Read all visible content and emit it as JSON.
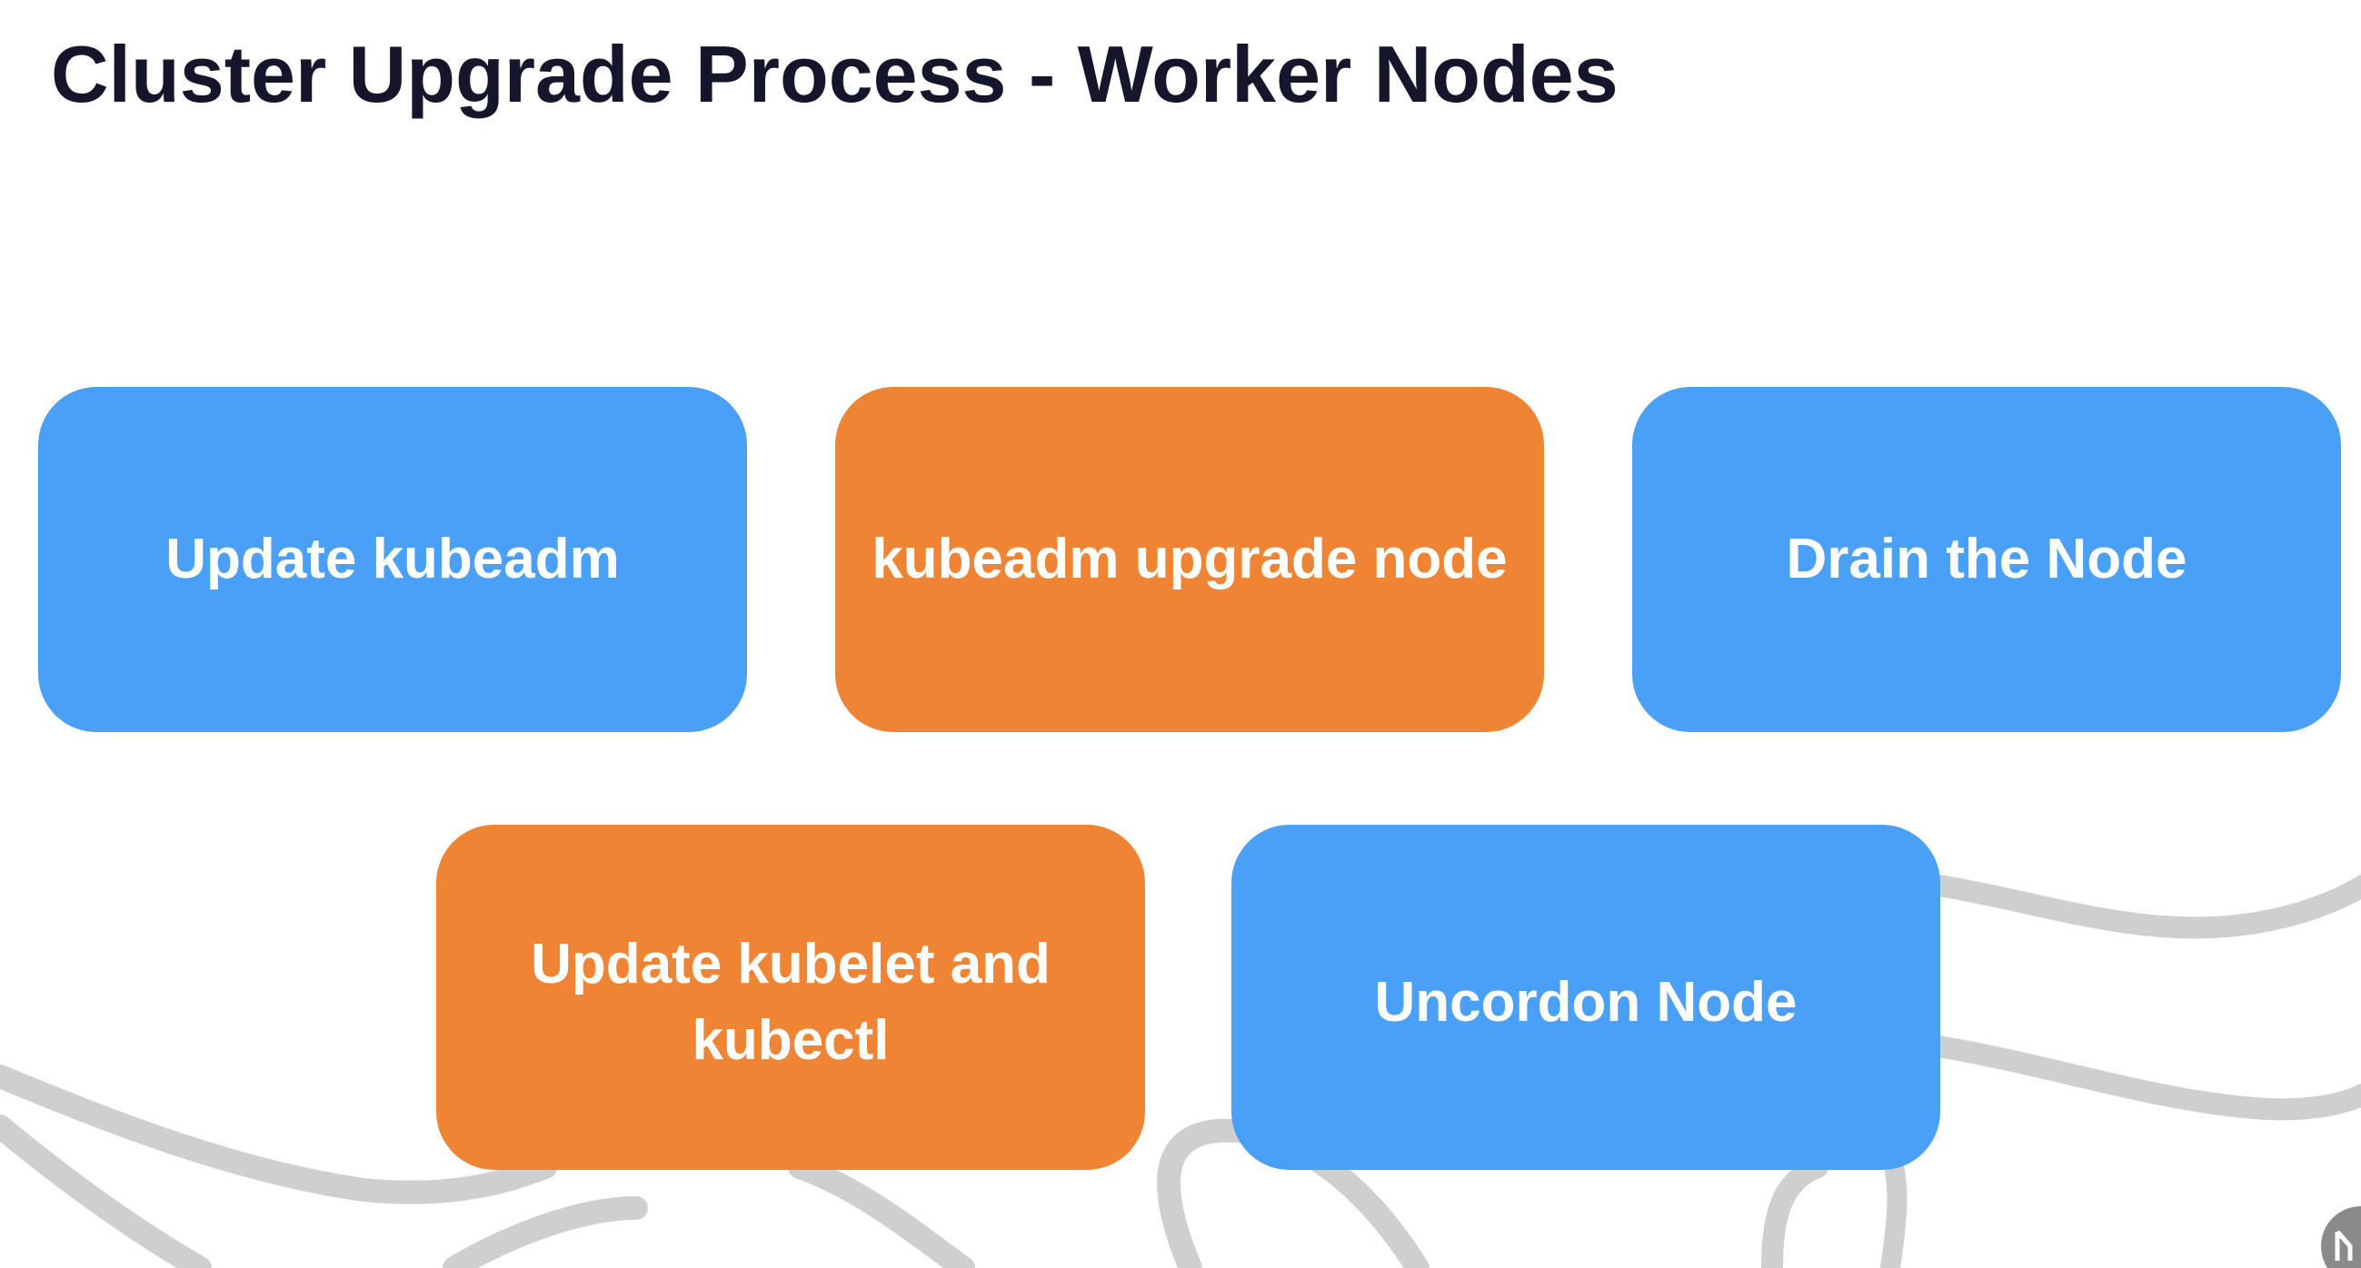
{
  "slide": {
    "title": "Cluster Upgrade Process - Worker Nodes"
  },
  "steps": [
    {
      "label": "Update kubeadm",
      "color": "#4aa0f7"
    },
    {
      "label": "kubeadm upgrade node",
      "color": "#ef8434"
    },
    {
      "label": "Drain the Node",
      "color": "#4aa0f7"
    },
    {
      "label": "Update kubelet and kubectl",
      "color": "#ef8434"
    },
    {
      "label": "Uncordon Node",
      "color": "#4aa0f7"
    }
  ],
  "background": {
    "curve_color": "#cfcfcf",
    "icon": "corner-logo-icon"
  }
}
